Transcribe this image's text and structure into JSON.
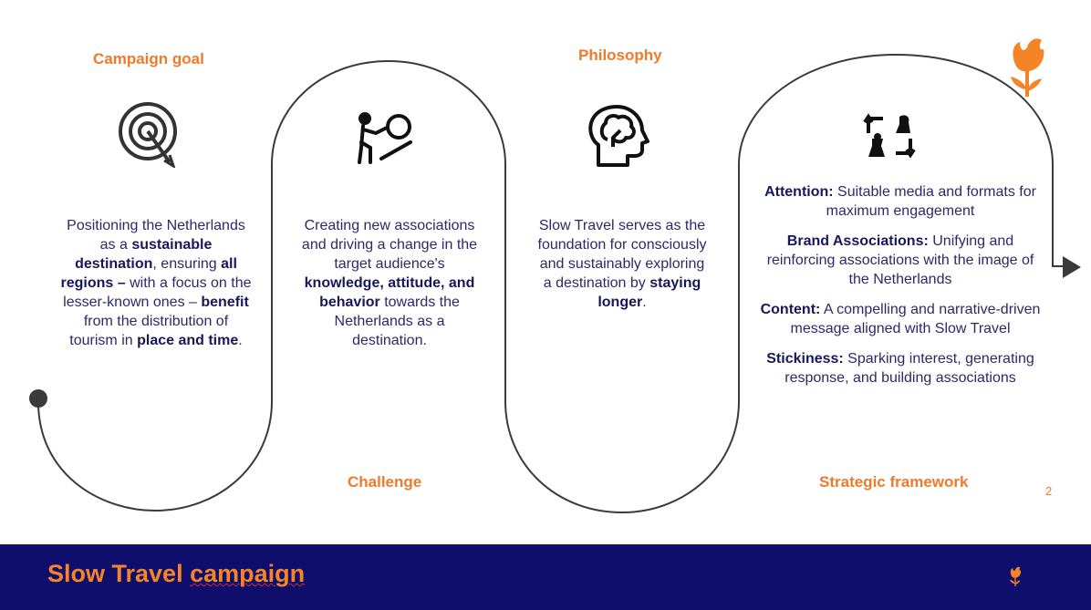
{
  "slide": {
    "page_number": "2",
    "footer": {
      "title_plain": "Slow Travel ",
      "title_underlined": "campaign"
    }
  },
  "sections": {
    "goal": {
      "heading": "Campaign goal",
      "icon": "target-icon",
      "text": [
        {
          "t": "Positioning the Netherlands as a ",
          "b": false
        },
        {
          "t": "sustainable destination",
          "b": true
        },
        {
          "t": ", ensuring ",
          "b": false
        },
        {
          "t": "all regions –",
          "b": true
        },
        {
          "t": " with a focus on the lesser-known ones – ",
          "b": false
        },
        {
          "t": "benefit",
          "b": true
        },
        {
          "t": " from the distribution of tourism in ",
          "b": false
        },
        {
          "t": "place and time",
          "b": true
        },
        {
          "t": ".",
          "b": false
        }
      ]
    },
    "challenge": {
      "heading": "Challenge",
      "icon": "pushing-boulder-icon",
      "text": [
        {
          "t": "Creating new associations and driving a change in the target audience's ",
          "b": false
        },
        {
          "t": "knowledge, attitude, and behavior",
          "b": true
        },
        {
          "t": " towards the Netherlands as a destination.",
          "b": false
        }
      ]
    },
    "philosophy": {
      "heading": "Philosophy",
      "icon": "head-brain-icon",
      "text": [
        {
          "t": "Slow Travel serves as the foundation for consciously and sustainably exploring a destination by ",
          "b": false
        },
        {
          "t": "staying longer",
          "b": true
        },
        {
          "t": ".",
          "b": false
        }
      ]
    },
    "framework": {
      "heading": "Strategic framework",
      "icon": "chess-strategy-icon",
      "items": [
        {
          "label": "Attention:",
          "text": " Suitable media and formats for maximum engagement"
        },
        {
          "label": "Brand Associations:",
          "text": " Unifying and reinforcing associations with the image of the Netherlands"
        },
        {
          "label": "Content:",
          "text": " A compelling and narrative-driven message aligned with Slow Travel"
        },
        {
          "label": "Stickiness:",
          "text": " Sparking interest, generating response, and building associations"
        }
      ]
    }
  },
  "colors": {
    "accent": "#f07a2a",
    "navy": "#0f0e6d",
    "text": "#2a2a6a",
    "line": "#3a3a3a"
  }
}
